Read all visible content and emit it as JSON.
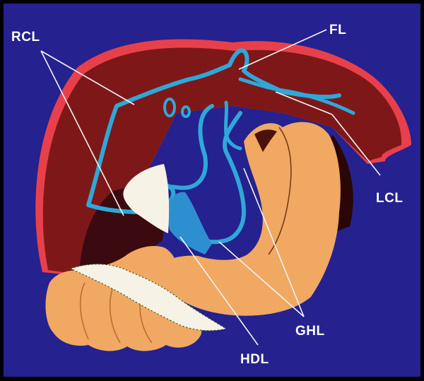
{
  "labels": {
    "rcl": "RCL",
    "fl": "FL",
    "lcl": "LCL",
    "ghl": "GHL",
    "hdl": "HDL"
  },
  "colors": {
    "background": "#25218f",
    "frame": "#000000",
    "capsule_red": "#e8404a",
    "liver": "#7e1818",
    "liver_dark": "#3a0a10",
    "ligament_blue": "#2ea8d8",
    "stomach": "#f0a862",
    "stomach_shadow": "#c87838",
    "fat_white": "#f6f2e6",
    "leader_lines": "#f4f4f4"
  },
  "icons": [
    "liver-illustration",
    "stomach-illustration",
    "duodenum-illustration",
    "omental-fat"
  ]
}
